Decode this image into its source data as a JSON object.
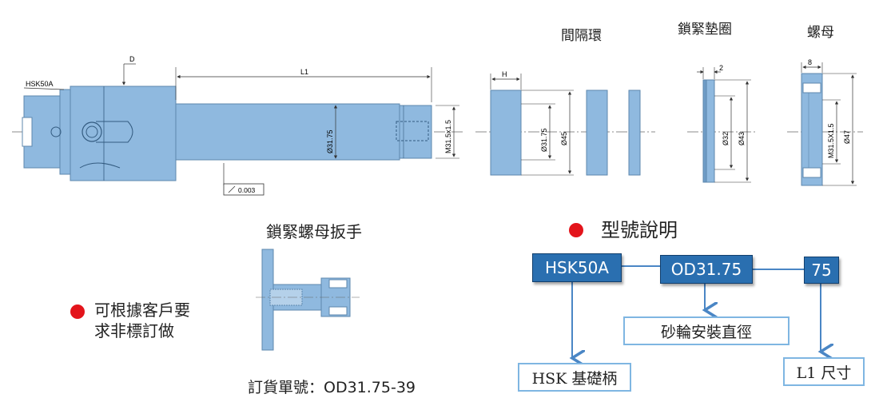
{
  "drawing": {
    "hsk_label": "HSK50A",
    "d_label": "D",
    "l1_label": "L1",
    "dia_label": "Ø31.75",
    "thread_label": "M31.5x1.5",
    "tolerance_label": "0.003"
  },
  "parts": {
    "spacer": {
      "title": "間隔環",
      "h_label": "H",
      "d1_label": "Ø31.75",
      "d2_label": "Ø45"
    },
    "washer": {
      "title": "鎖緊墊圈",
      "width_label": "2",
      "d1_label": "Ø32",
      "d2_label": "Ø43"
    },
    "nut": {
      "title": "螺母",
      "width_label": "8",
      "thread_label": "M31.5X1.5",
      "d_label": "Ø47"
    }
  },
  "wrench": {
    "title": "鎖緊螺母扳手",
    "order_no": "訂貨單號：OD31.75-39"
  },
  "custom_note": {
    "line1": "可根據客戶要",
    "line2": "求非標訂做"
  },
  "model": {
    "title": "型號說明",
    "codes": [
      "HSK50A",
      "OD31.75",
      "75"
    ],
    "descriptions": [
      "HSK 基礎柄",
      "砂輪安裝直徑",
      "L1 尺寸"
    ]
  },
  "colors": {
    "part_fill": "#8fb9df",
    "part_edge": "#5d87ad",
    "box_fill": "#2a6fb0",
    "box_border": "#7fb6e2",
    "dot": "#e3141b",
    "arrow": "#4a86c5"
  }
}
